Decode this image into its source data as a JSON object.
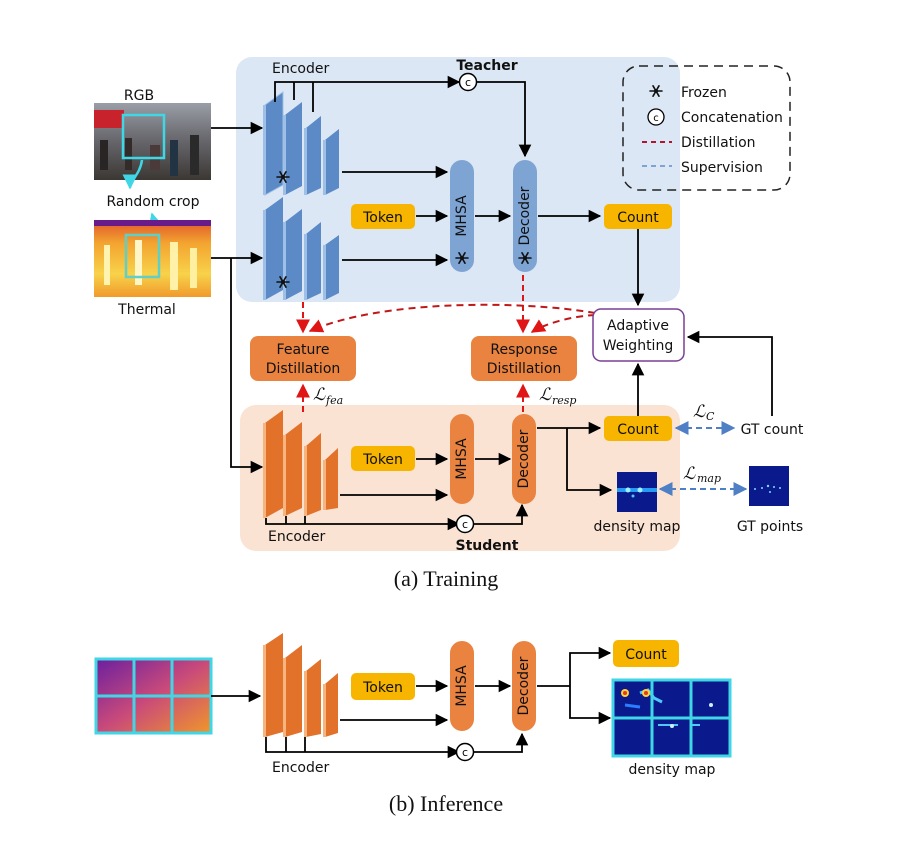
{
  "colors": {
    "teacher_bg": "#dbe7f4",
    "student_bg": "#fbe3d4",
    "teacher_block": "#5b8ac6",
    "teacher_block_light": "#9ec0e6",
    "student_block": "#e2712a",
    "student_block_light": "#f6b47f",
    "token_fill": "#f7b500",
    "distill_box": "#e9833f",
    "adaptive_border": "#7a3f95",
    "distillation_line": "#c01818",
    "supervision_line": "#5b8ac6",
    "density_bg": "#0a1a8c",
    "frame_cyan": "#3fd6e6"
  },
  "inputs": {
    "rgb_label": "RGB",
    "random_crop_label": "Random crop",
    "thermal_label": "Thermal"
  },
  "teacher": {
    "title": "Teacher",
    "encoder_label": "Encoder",
    "token_label": "Token",
    "mhsa_label": "MHSA",
    "decoder_label": "Decoder",
    "count_label": "Count",
    "concat_symbol": "c",
    "frozen_icon": "snowflake-icon"
  },
  "legend": {
    "items": [
      {
        "icon": "snowflake-icon",
        "label": "Frozen"
      },
      {
        "icon": "concat-circle-icon",
        "symbol": "c",
        "label": "Concatenation"
      },
      {
        "icon": "red-dashed-line",
        "label": "Distillation"
      },
      {
        "icon": "blue-dashed-line",
        "label": "Supervision"
      }
    ]
  },
  "distillation": {
    "feature_line1": "Feature",
    "feature_line2": "Distillation",
    "response_line1": "Response",
    "response_line2": "Distillation",
    "adaptive_line1": "Adaptive",
    "adaptive_line2": "Weighting",
    "loss_fea_main": "ℒ",
    "loss_fea_sub": "fea",
    "loss_resp_main": "ℒ",
    "loss_resp_sub": "resp"
  },
  "student": {
    "title": "Student",
    "encoder_label": "Encoder",
    "token_label": "Token",
    "mhsa_label": "MHSA",
    "decoder_label": "Decoder",
    "count_label": "Count",
    "concat_symbol": "c",
    "density_map_label": "density map"
  },
  "supervision": {
    "loss_c_main": "ℒ",
    "loss_c_sub": "C",
    "loss_map_main": "ℒ",
    "loss_map_sub": "map",
    "gt_count_label": "GT count",
    "gt_points_label": "GT points"
  },
  "inference": {
    "encoder_label": "Encoder",
    "token_label": "Token",
    "mhsa_label": "MHSA",
    "decoder_label": "Decoder",
    "count_label": "Count",
    "concat_symbol": "c",
    "density_map_label": "density map"
  },
  "captions": {
    "training": "(a) Training",
    "inference": "(b) Inference"
  }
}
